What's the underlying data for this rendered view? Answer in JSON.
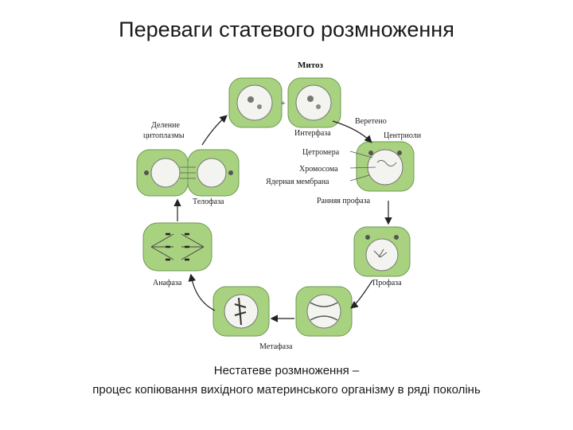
{
  "slide": {
    "title": "Переваги статевого розмноження",
    "caption_line1": "Нестатеве розмноження –",
    "caption_line2": "процес копіювання вихідного материнського організму в ряді поколінь"
  },
  "diagram": {
    "heading": "Митоз",
    "labels": {
      "interphase": "Интерфаза",
      "spindle": "Веретено",
      "centrioles": "Центриоли",
      "centromere": "Цетромера",
      "chromosome": "Хромосома",
      "nuclear_membrane": "Ядерная мембрана",
      "early_prophase": "Ранняя профаза",
      "prophase": "Профаза",
      "metaphase": "Метафаза",
      "anaphase": "Анафаза",
      "telophase": "Телофаза",
      "cytokinesis_1": "Деление",
      "cytokinesis_2": "цитоплазмы",
      "plus": "+"
    },
    "colors": {
      "cell_fill": "#a8d27f",
      "cell_stroke": "#6c9a52",
      "nucleus_fill": "#f3f3ef",
      "arrow": "#222222"
    }
  }
}
